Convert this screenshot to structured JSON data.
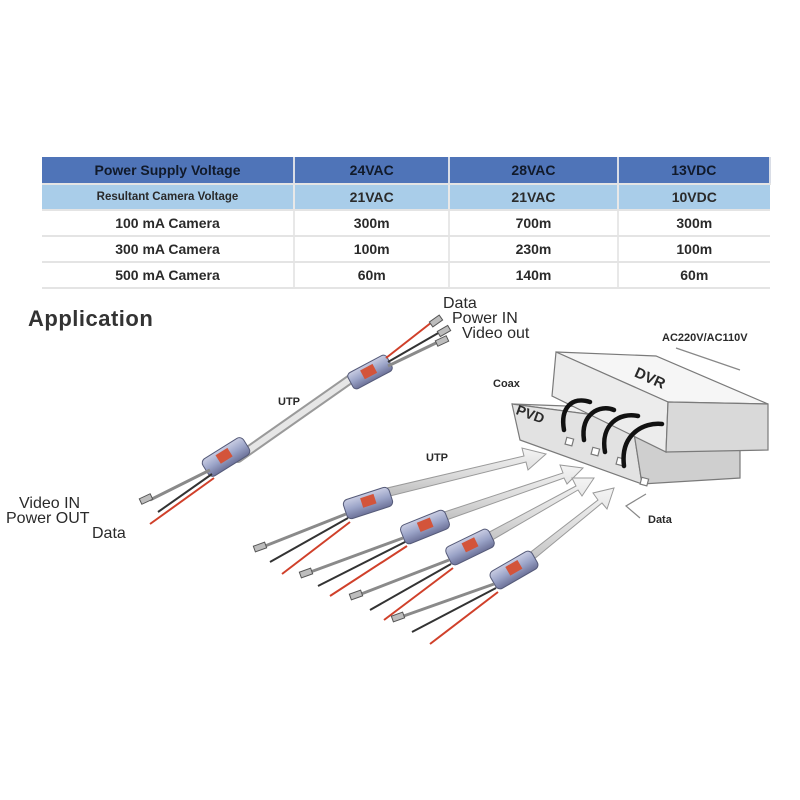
{
  "table": {
    "header": [
      "Power Supply Voltage",
      "24VAC",
      "28VAC",
      "13VDC"
    ],
    "subheader": [
      "Resultant Camera Voltage",
      "21VAC",
      "21VAC",
      "10VDC"
    ],
    "rows": [
      [
        "100 mA  Camera",
        "300m",
        "700m",
        "300m"
      ],
      [
        "300 mA  Camera",
        "100m",
        "230m",
        "100m"
      ],
      [
        "500 mA  Camera",
        "60m",
        "140m",
        "60m"
      ]
    ]
  },
  "application": {
    "title": "Application",
    "left_kit": {
      "utp": "UTP",
      "top_labels": [
        "Data",
        "Power IN",
        "Video out"
      ],
      "bottom_labels": [
        "Video IN",
        "Power OUT",
        "Data"
      ]
    },
    "right_kit": {
      "utp": "UTP",
      "coax": "Coax",
      "dvr": "DVR",
      "pvd": "PVD",
      "ac": "AC220V/AC110V",
      "data": "Data"
    }
  },
  "colors": {
    "header_bg": "#4f74b8",
    "subheader_bg": "#a9cde9",
    "cable_red": "#d0402a",
    "balun_body": "#9ba4c8"
  }
}
